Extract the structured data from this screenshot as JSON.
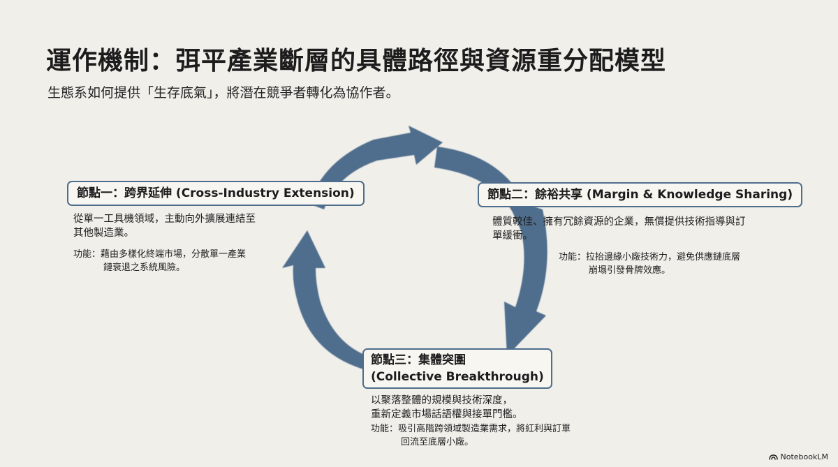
{
  "header": {
    "title": "運作機制：弭平產業斷層的具體路徑與資源重分配模型",
    "subtitle": "生態系如何提供「生存底氣」，將潛在競爭者轉化為協作者。"
  },
  "colors": {
    "background": "#f0efea",
    "arrow": "#4f6d8c",
    "border": "#4f6d8c"
  },
  "nodes": [
    {
      "label": "節點一：跨界延伸 (Cross-Industry Extension)",
      "desc_lines": [
        "從單一工具機領域，主動向外擴展連結至",
        "其他製造業。"
      ],
      "func_lines": [
        "功能：藉由多樣化終端市場，分散單一產業",
        "鏈衰退之系統風險。"
      ]
    },
    {
      "label": "節點二：餘裕共享 (Margin & Knowledge Sharing)",
      "desc_lines": [
        "體質較佳、擁有冗餘資源的企業，無償提供技術指導與訂",
        "單緩衝。"
      ],
      "func_lines": [
        "功能：拉抬邊緣小廠技術力，避免供應鏈底層",
        "崩塌引發骨牌效應。"
      ]
    },
    {
      "label_lines": [
        "節點三：集體突圍",
        "(Collective Breakthrough)"
      ],
      "desc_lines": [
        "以聚落整體的規模與技術深度，",
        "重新定義市場話語權與接單門檻。"
      ],
      "func_lines": [
        "功能：吸引高階跨領域製造業需求，將紅利與訂單",
        "回流至底層小廠。"
      ]
    }
  ],
  "brand": {
    "name": "NotebookLM",
    "icon": "notebooklm-logo-icon"
  }
}
